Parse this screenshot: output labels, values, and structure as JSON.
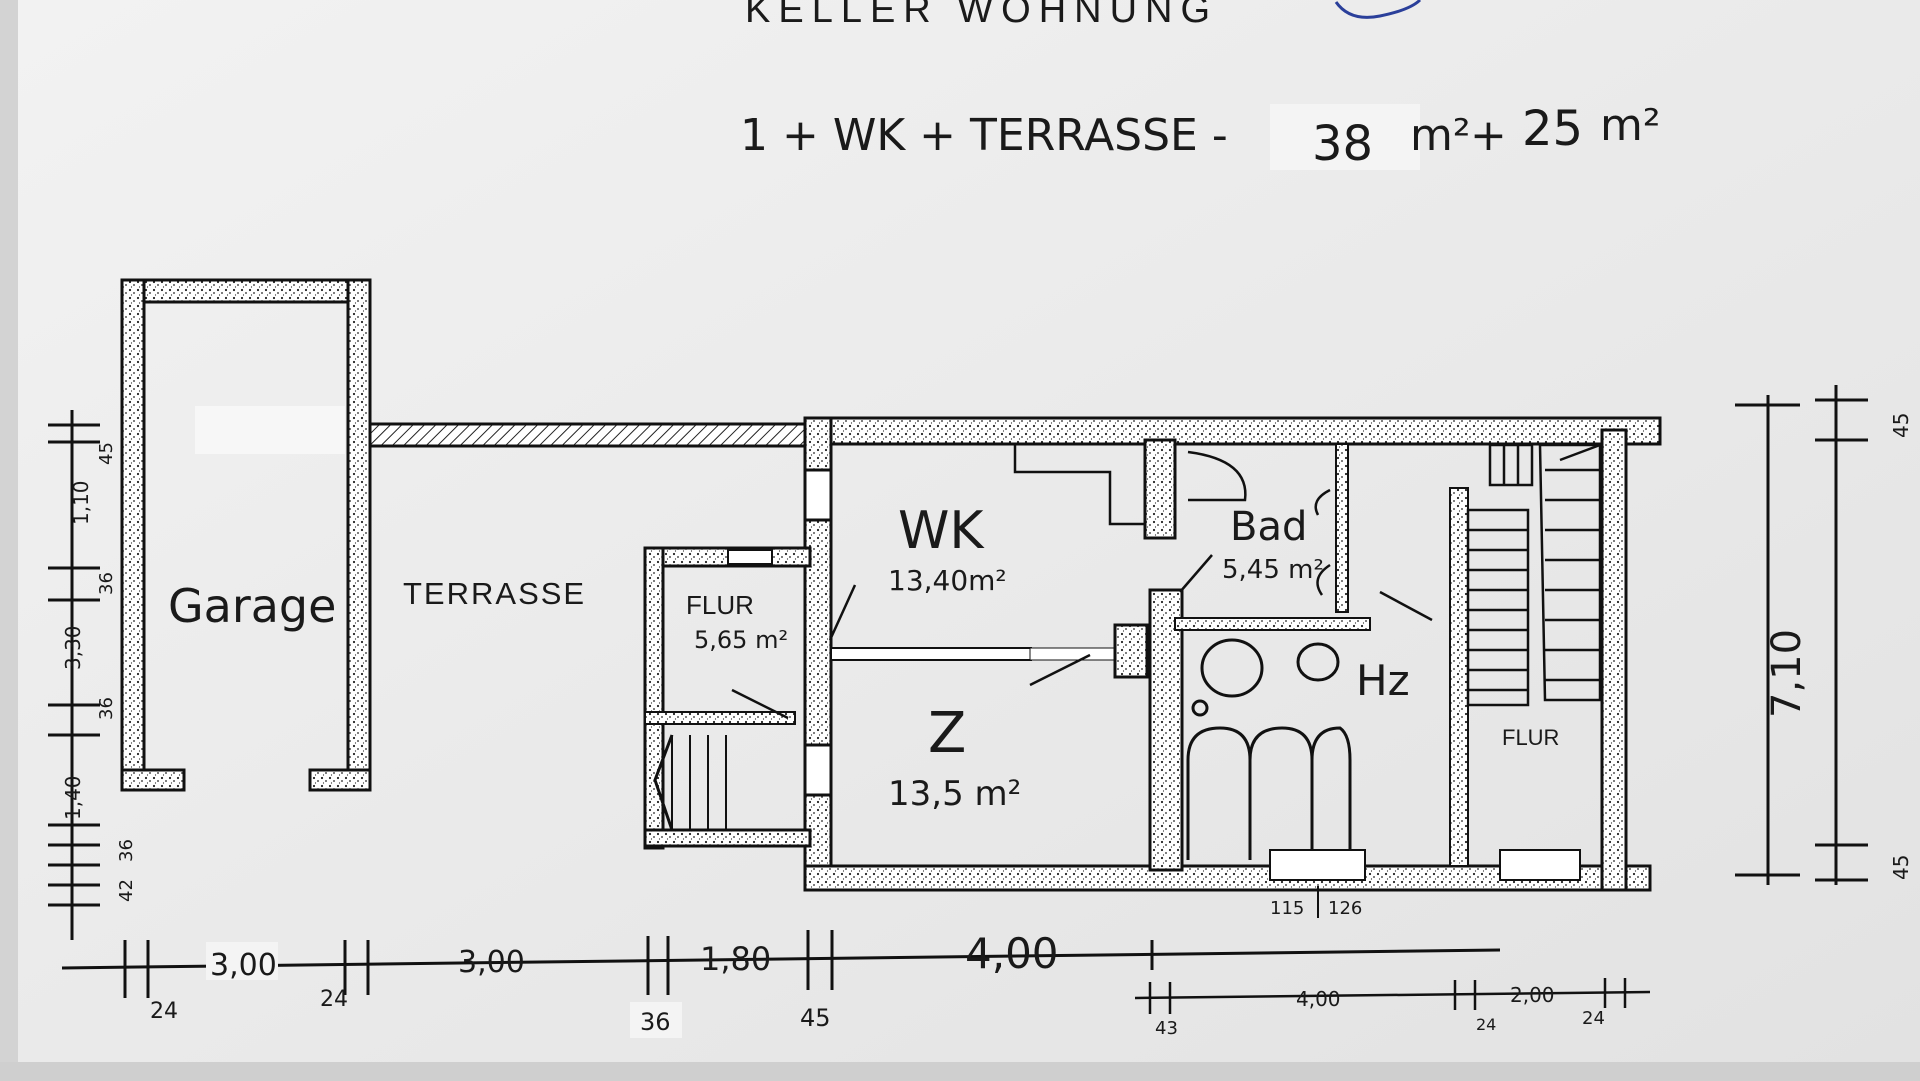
{
  "heading": {
    "title": "KELLER WOHNUNG",
    "summary_left": "1 + WK + TERRASSE -",
    "area_main": "38",
    "unit_main": "m²",
    "plus": "+",
    "area_terrace": "25",
    "unit_terrace": "m²"
  },
  "rooms": {
    "garage": "Garage",
    "terrasse": "TERRASSE",
    "flur_small": "FLUR",
    "flur_small_area": "5,65 m²",
    "wk": "WK",
    "wk_area": "13,40m²",
    "bad": "Bad",
    "bad_area": "5,45 m²",
    "z": "Z",
    "z_area": "13,5 m²",
    "hz": "Hz",
    "flur_right": "FLUR"
  },
  "dimensions": {
    "left_vertical": [
      "45",
      "1,10",
      "36",
      "3,30",
      "36",
      "1,40",
      "36",
      "42"
    ],
    "right_vertical": [
      "45",
      "7,10",
      "45"
    ],
    "bottom_main": [
      "3,00",
      "3,00",
      "1,80",
      "4,00"
    ],
    "bottom_small": [
      "24",
      "24",
      "36",
      "45"
    ],
    "bottom_right": [
      "43",
      "4,00",
      "24",
      "2,00",
      "24"
    ],
    "stair_door": [
      "115",
      "126"
    ]
  },
  "colors": {
    "paper": "#ebebeb",
    "ink": "#1a1a1a",
    "wall_fill": "#ffffff"
  }
}
